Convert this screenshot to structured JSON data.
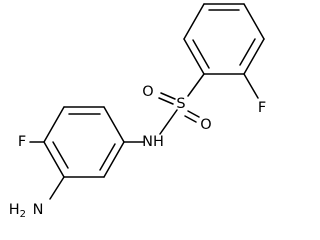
{
  "molecule": {
    "atoms": {
      "o_top": "O",
      "o_bottom": "O",
      "s": "S",
      "nh": "NH",
      "f_right": "F",
      "f_left": "F",
      "nh2_main": "H",
      "nh2_sub": "2",
      "nh2_n": "N"
    }
  }
}
